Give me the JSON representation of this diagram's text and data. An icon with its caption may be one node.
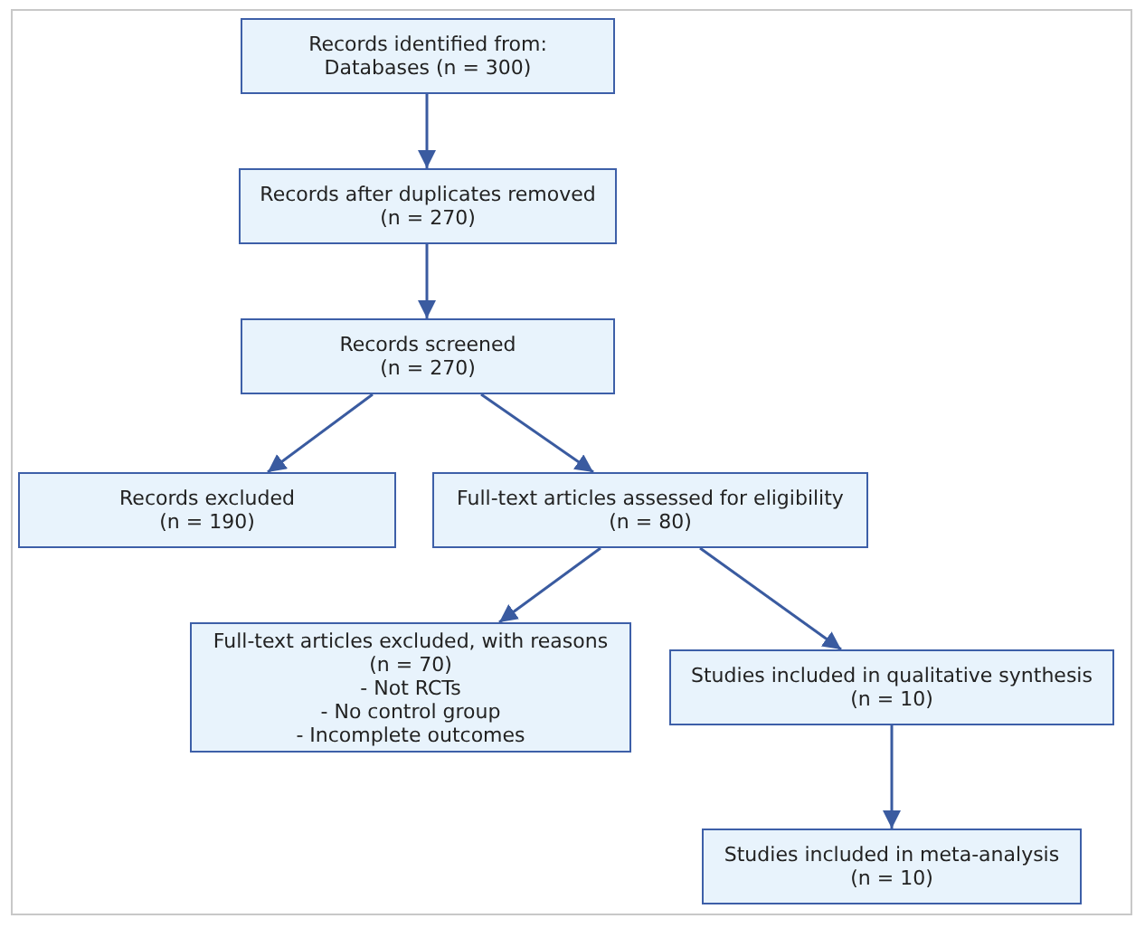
{
  "diagram": {
    "nodes": [
      {
        "text": [
          "Records identified from:",
          "Databases (n = 300)"
        ]
      },
      {
        "text": [
          "Records after duplicates removed",
          "(n = 270)"
        ]
      },
      {
        "text": [
          "Records screened",
          "(n = 270)"
        ]
      },
      {
        "text": [
          "Records excluded",
          "(n = 190)"
        ]
      },
      {
        "text": [
          "Full-text articles assessed for eligibility",
          "(n = 80)"
        ]
      },
      {
        "text": [
          "Full-text articles excluded, with reasons",
          "(n = 70)",
          "- Not RCTs",
          "- No control group",
          "- Incomplete outcomes"
        ]
      },
      {
        "text": [
          "Studies included in qualitative synthesis",
          "(n = 10)"
        ]
      },
      {
        "text": [
          "Studies included in meta-analysis",
          "(n = 10)"
        ]
      }
    ],
    "edges": [
      {
        "from": 0,
        "to": 1,
        "arrow": "to"
      },
      {
        "from": 1,
        "to": 2,
        "arrow": "to"
      },
      {
        "from": 2,
        "to": 3,
        "arrow": "to"
      },
      {
        "from": 2,
        "to": 4,
        "arrow": "to"
      },
      {
        "from": 4,
        "to": 5,
        "arrow": "to"
      },
      {
        "from": 4,
        "to": 6,
        "arrow": "to"
      },
      {
        "from": 6,
        "to": 7,
        "arrow": "to"
      }
    ]
  }
}
